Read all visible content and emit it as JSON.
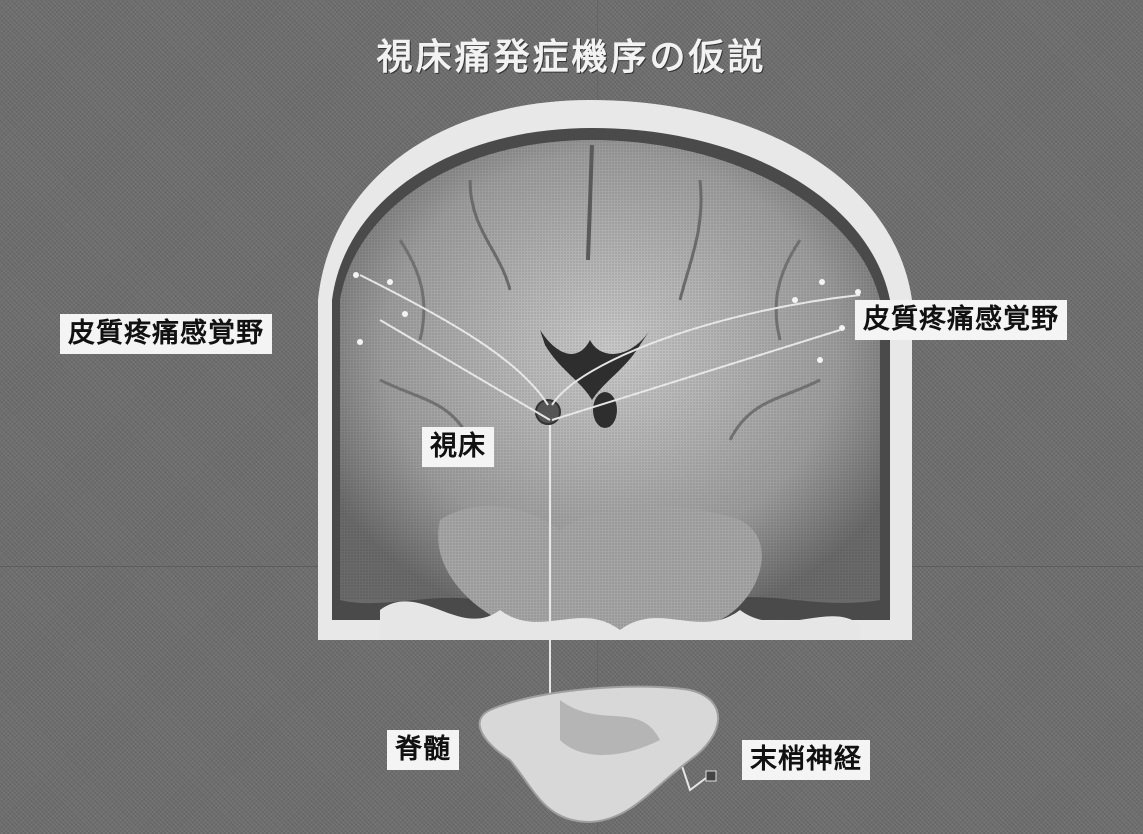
{
  "title": "視床痛発症機序の仮説",
  "labels": {
    "cortex_left": "皮質疼痛感覚野",
    "cortex_right": "皮質疼痛感覚野",
    "thalamus": "視床",
    "spinal_cord": "脊髄",
    "peripheral_nerve": "末梢神経"
  },
  "colors": {
    "background": "#6f6f6f",
    "label_bg": "#f4f4f4",
    "label_text": "#111111",
    "title_text": "#f2f2f2"
  }
}
